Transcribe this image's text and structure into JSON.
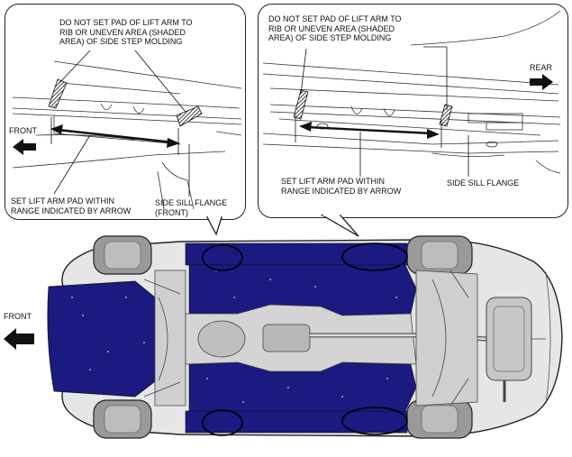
{
  "left_callout": {
    "warning": "DO NOT SET PAD OF LIFT ARM TO\nRIB OR UNEVEN AREA (SHADED\nAREA) OF SIDE STEP MOLDING",
    "front_label": "FRONT",
    "range_label": "SET LIFT ARM PAD WITHIN\nRANGE INDICATED BY ARROW",
    "flange_label": "SIDE SILL FLANGE\n(FRONT)"
  },
  "right_callout": {
    "warning": "DO NOT SET PAD OF LIFT ARM TO\nRIB OR UNEVEN AREA (SHADED\nAREA) OF SIDE STEP MOLDING",
    "rear_label": "REAR",
    "range_label": "SET LIFT ARM PAD WITHIN\nRANGE INDICATED BY ARROW",
    "flange_label": "SIDE SILL FLANGE"
  },
  "underbody": {
    "front_label": "FRONT"
  },
  "colors": {
    "underbody_fill": "#1a1a80",
    "outline": "#222222",
    "chassis_gray": "#c8c8c8"
  }
}
